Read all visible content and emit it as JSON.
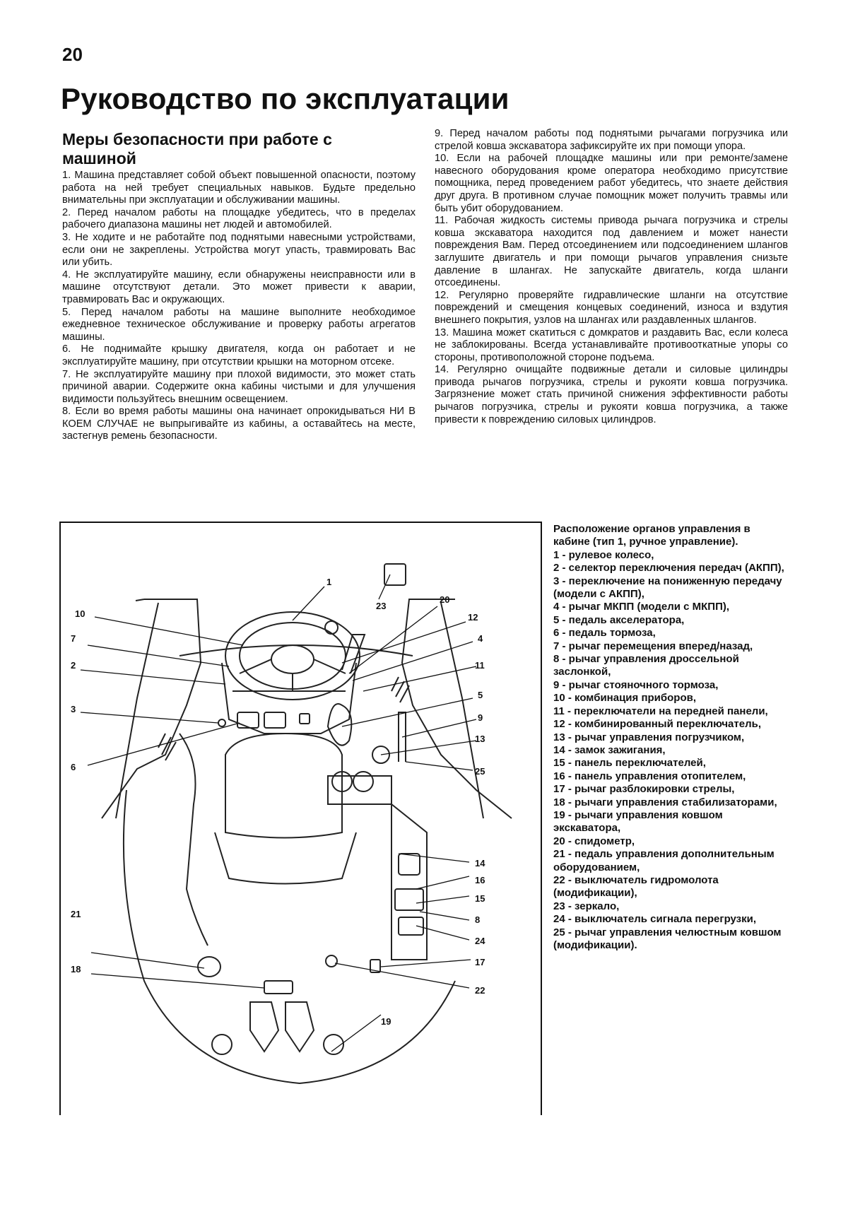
{
  "page": {
    "number": "20",
    "title": "Руководство по эксплуатации",
    "section_heading": "Меры безопасности при работе с машиной"
  },
  "left_paragraphs": [
    "1. Машина представляет собой объект повышенной опасности, поэтому работа на ней требует специальных навыков. Будьте предельно внимательны при эксплуатации и обслуживании машины.",
    "2. Перед началом работы на площадке убедитесь, что в пределах рабочего диапазона машины нет людей и автомобилей.",
    "3. Не ходите и не работайте под поднятыми навесными устройствами, если они не закреплены. Устройства могут упасть, травмировать Вас или убить.",
    "4. Не эксплуатируйте машину, если обнаружены неисправности или в машине отсутствуют детали. Это может привести к аварии, травмировать Вас и окружающих.",
    "5. Перед началом работы на машине выполните необходимое ежедневное техническое обслуживание и проверку работы агрегатов машины.",
    "6. Не поднимайте крышку двигателя, когда он работает и не эксплуатируйте машину, при отсутствии крышки на моторном отсеке.",
    "7. Не эксплуатируйте машину при плохой видимости, это может стать причиной аварии. Содержите окна кабины чистыми и для улучшения видимости пользуйтесь внешним освещением.",
    "8. Если во время работы машины она начинает опрокидываться НИ В КОЕМ СЛУЧАЕ не выпрыгивайте из кабины, а оставайтесь на месте, застегнув ремень безопасности."
  ],
  "right_paragraphs": [
    "9. Перед началом работы под поднятыми рычагами погрузчика или стрелой ковша экскаватора зафиксируйте их при помощи упора.",
    "10. Если на рабочей площадке машины или при ремонте/замене навесного оборудования кроме оператора необходимо присутствие помощника, перед проведением работ убедитесь, что знаете действия друг друга. В противном случае помощник может получить травмы или быть убит оборудованием.",
    "11. Рабочая жидкость системы привода рычага погрузчика и стрелы ковша экскаватора находится под давлением и может нанести повреждения Вам. Перед отсоединением или подсоединением шлангов заглушите двигатель и при помощи рычагов управления снизьте давление в шлангах. Не запускайте двигатель, когда шланги отсоединены.",
    "12. Регулярно проверяйте гидравлические шланги на отсутствие повреждений и смещения концевых соединений, износа и вздутия внешнего покрытия, узлов на шлангах или раздавленных шлангов.",
    "13. Машина может скатиться с домкратов и раздавить Вас, если колеса не заблокированы. Всегда устанавливайте противооткатные упоры со стороны, противоположной стороне подъема.",
    "14. Регулярно очищайте подвижные детали и силовые цилиндры привода рычагов погрузчика, стрелы и рукояти ковша погрузчика. Загрязнение может стать причиной снижения эффективности работы рычагов погрузчика, стрелы и рукояти ковша погрузчика, а также привести к повреждению силовых цилиндров."
  ],
  "legend": {
    "title": "Расположение органов управления в кабине (тип 1, ручное управление).",
    "items": [
      "1 - рулевое колесо,",
      "2 - селектор переключения передач (АКПП),",
      "3 - переключение на пониженную передачу (модели с АКПП),",
      "4 - рычаг МКПП (модели с МКПП),",
      "5 - педаль акселератора,",
      "6 - педаль тормоза,",
      "7 - рычаг перемещения вперед/назад,",
      "8 - рычаг управления дроссельной заслонкой,",
      "9 - рычаг стояночного тормоза,",
      "10 - комбинация приборов,",
      "11 - переключатели на передней панели,",
      "12 - комбинированный переключатель,",
      "13 - рычаг управления погрузчиком,",
      "14 - замок зажигания,",
      "15 - панель переключателей,",
      "16 - панель управления отопителем,",
      "17 - рычаг разблокировки стрелы,",
      "18 - рычаги управления стабилизаторами,",
      "19 - рычаги управления ковшом экскаватора,",
      "20 - спидометр,",
      "21 - педаль управления дополнительным оборудованием,",
      "22 - выключатель гидромолота (модификации),",
      "23 - зеркало,",
      "24 - выключатель сигнала перегрузки,",
      "25 - рычаг управления челюстным ковшом (модификации)."
    ]
  },
  "figure": {
    "callouts": [
      "1",
      "2",
      "3",
      "4",
      "5",
      "6",
      "7",
      "8",
      "9",
      "10",
      "11",
      "12",
      "13",
      "14",
      "15",
      "16",
      "17",
      "18",
      "19",
      "20",
      "21",
      "22",
      "23",
      "24",
      "25"
    ]
  }
}
